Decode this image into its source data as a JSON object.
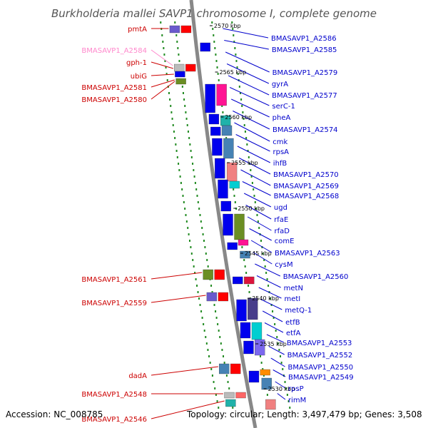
{
  "title": "Burkholderia mallei SAVP1 chromosome I, complete genome",
  "footer": {
    "accession": "Accession: NC_008785",
    "topology": "Topology: circular; Length: 3,497,479 bp; Genes: 3,508"
  },
  "colors": {
    "left_label": "#cc0000",
    "left_label_faint": "#ff88cc",
    "right_label": "#0000cc",
    "backbone": "#888888",
    "dots": "#228b22"
  },
  "left_genes": [
    "pmtA",
    "BMASAVP1_A2584",
    "gph-1",
    "ubiG",
    "BMASAVP1_A2581",
    "BMASAVP1_A2580",
    "BMASAVP1_A2561",
    "BMASAVP1_A2559",
    "dadA",
    "BMASAVP1_A2548",
    "BMASAVP1_A2546"
  ],
  "right_genes": [
    "BMASAVP1_A2586",
    "BMASAVP1_A2585",
    "BMASAVP1_A2579",
    "gyrA",
    "BMASAVP1_A2577",
    "serC-1",
    "pheA",
    "BMASAVP1_A2574",
    "cmk",
    "rpsA",
    "ihfB",
    "BMASAVP1_A2570",
    "BMASAVP1_A2569",
    "BMASAVP1_A2568",
    "ugd",
    "rfaE",
    "rfaD",
    "comE",
    "BMASAVP1_A2563",
    "cysM",
    "BMASAVP1_A2560",
    "metN",
    "metI",
    "metQ-1",
    "etfB",
    "etfA",
    "BMASAVP1_A2553",
    "BMASAVP1_A2552",
    "BMASAVP1_A2550",
    "BMASAVP1_A2549",
    "rpsP",
    "rimM"
  ],
  "ticks": [
    "2570 kbp",
    "2565 kbp",
    "2560 kbp",
    "2555 kbp",
    "2550 kbp",
    "2545 kbp",
    "2540 kbp",
    "2535 kbp",
    "2530 kbp"
  ]
}
